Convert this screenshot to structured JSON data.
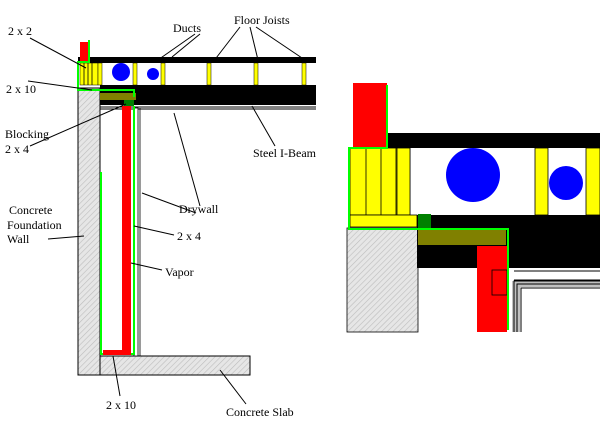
{
  "labels": {
    "two_by_two": "2 x 2",
    "ducts": "Ducts",
    "floor_joists": "Floor Joists",
    "two_by_ten_top": "2 x 10",
    "blocking_1": "Blocking",
    "blocking_2": "2 x 4",
    "steel_ibeam": "Steel I-Beam",
    "drywall": "Drywall",
    "concrete_wall_1": "Concrete",
    "concrete_wall_2": "Foundation",
    "concrete_wall_3": "Wall",
    "two_by_four": "2 x 4",
    "vapor": "Vapor",
    "two_by_ten_bottom": "2 x 10",
    "concrete_slab": "Concrete Slab"
  },
  "colors": {
    "concrete_fill": "#e6e6e6",
    "concrete_hatch": "#bdbdbd",
    "lumber_yellow": "#ffff00",
    "duct_blue": "#0000ff",
    "beam_black": "#000000",
    "stud_red": "#ff0000",
    "outline_green": "#00ff00",
    "blocking_olive": "#808000",
    "dark_green": "#008000",
    "drywall_grey": "#c0c0c0"
  }
}
